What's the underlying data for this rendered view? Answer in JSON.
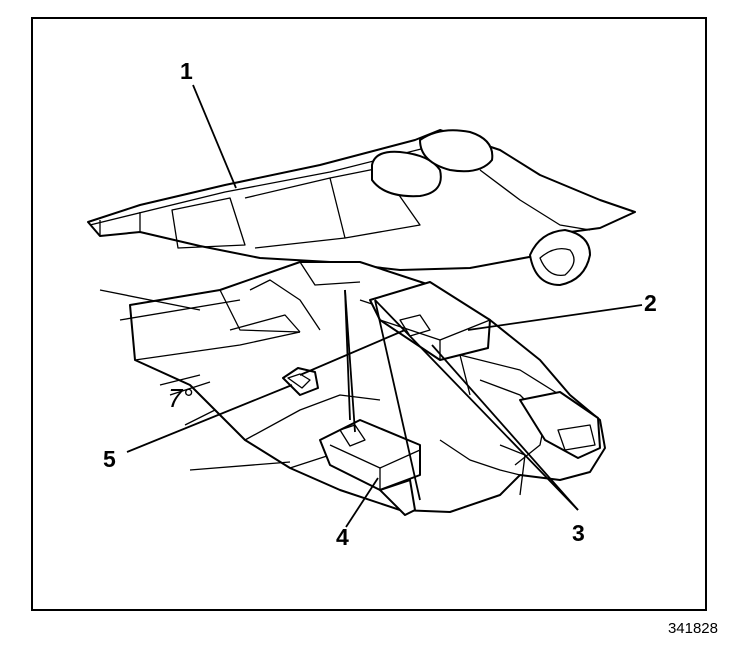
{
  "callouts": {
    "c1": "1",
    "c2": "2",
    "c3": "3",
    "c4": "4",
    "c5": "5"
  },
  "figure_id": "341828",
  "angle_label": "7°"
}
